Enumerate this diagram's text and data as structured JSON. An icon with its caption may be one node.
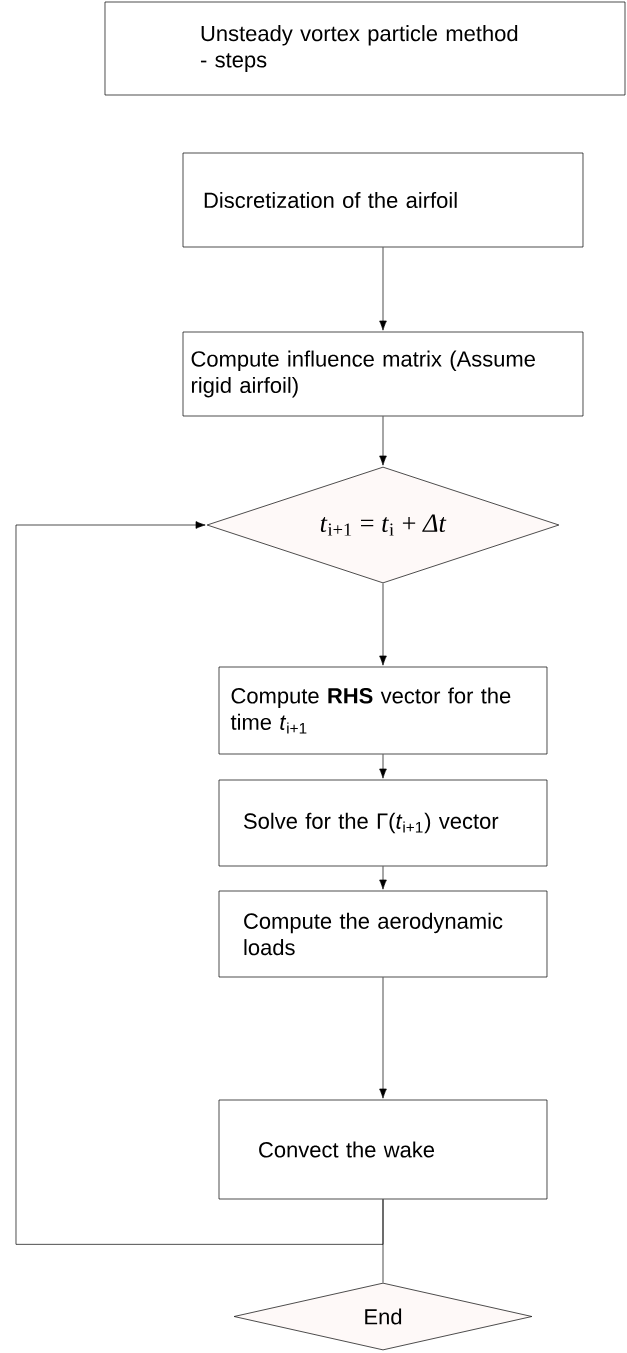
{
  "diagram": {
    "nodes": [
      {
        "text": [
          "Unsteady vortex particle method - steps"
        ]
      },
      {
        "text": [
          "Discretization of the airfoil"
        ]
      },
      {
        "text": [
          "Compute influence matrix (Assume rigid airfoil)"
        ]
      },
      {
        "text": [
          "*t*$_{i+1}$ = *t*$_{i}$ + *Δt*"
        ]
      },
      {
        "text": [
          "Compute **RHS** vector for the time *t*$_{i+1}$"
        ]
      },
      {
        "text": [
          "Solve for the Γ(*t*$_{i+1}$) vector"
        ]
      },
      {
        "text": [
          "Compute the aerodynamic loads"
        ]
      },
      {
        "text": [
          "Convect the wake"
        ]
      },
      {
        "text": [
          "End"
        ]
      }
    ],
    "edges": [
      {
        "from": 1,
        "to": 2,
        "arrow": "to"
      },
      {
        "from": 2,
        "to": 3,
        "arrow": "to"
      },
      {
        "from": 3,
        "to": 4,
        "arrow": "to"
      },
      {
        "from": 4,
        "to": 5,
        "arrow": "to"
      },
      {
        "from": 5,
        "to": 6,
        "arrow": "to"
      },
      {
        "from": 6,
        "to": 7,
        "arrow": "to"
      },
      {
        "from": 7,
        "to": 8,
        "arrow": "none"
      },
      {
        "from": 7,
        "to": 3,
        "arrow": "to"
      }
    ]
  }
}
